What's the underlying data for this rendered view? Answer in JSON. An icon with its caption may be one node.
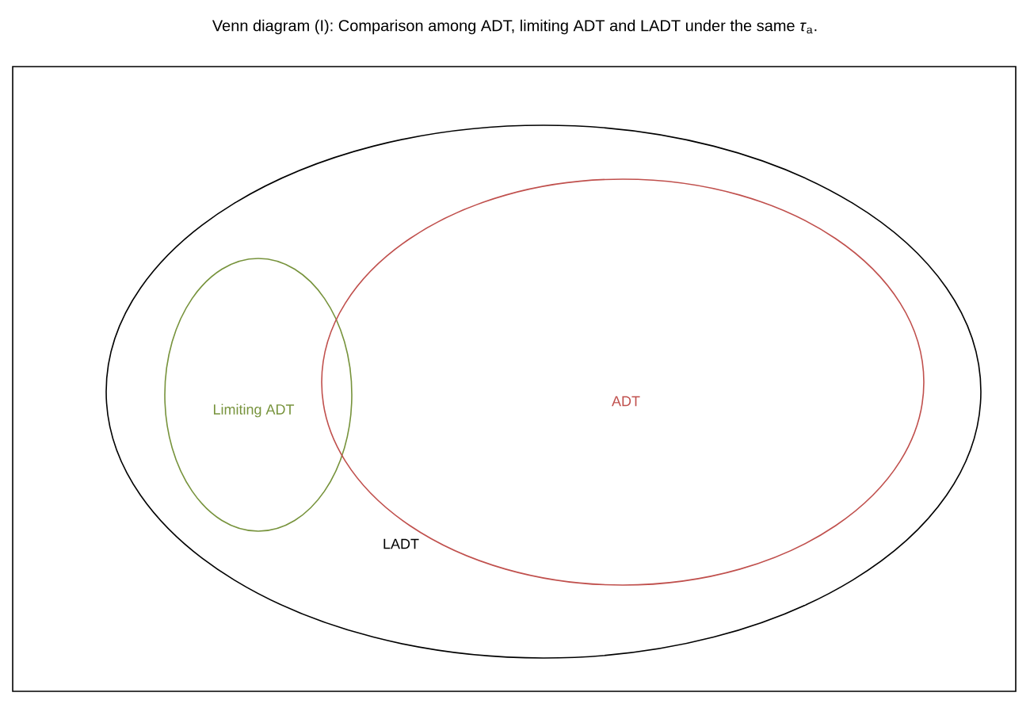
{
  "diagram": {
    "title": "Venn diagram (I): Comparison among ADT, limiting ADT and LADT under the same *τ*$_{a}$.",
    "nodes": [
      {
        "text": [
          "LADT"
        ]
      },
      {
        "text": [
          "Limiting ADT"
        ],
        "in": 0
      },
      {
        "text": [
          "ADT"
        ],
        "in": 0
      }
    ],
    "edges": []
  }
}
